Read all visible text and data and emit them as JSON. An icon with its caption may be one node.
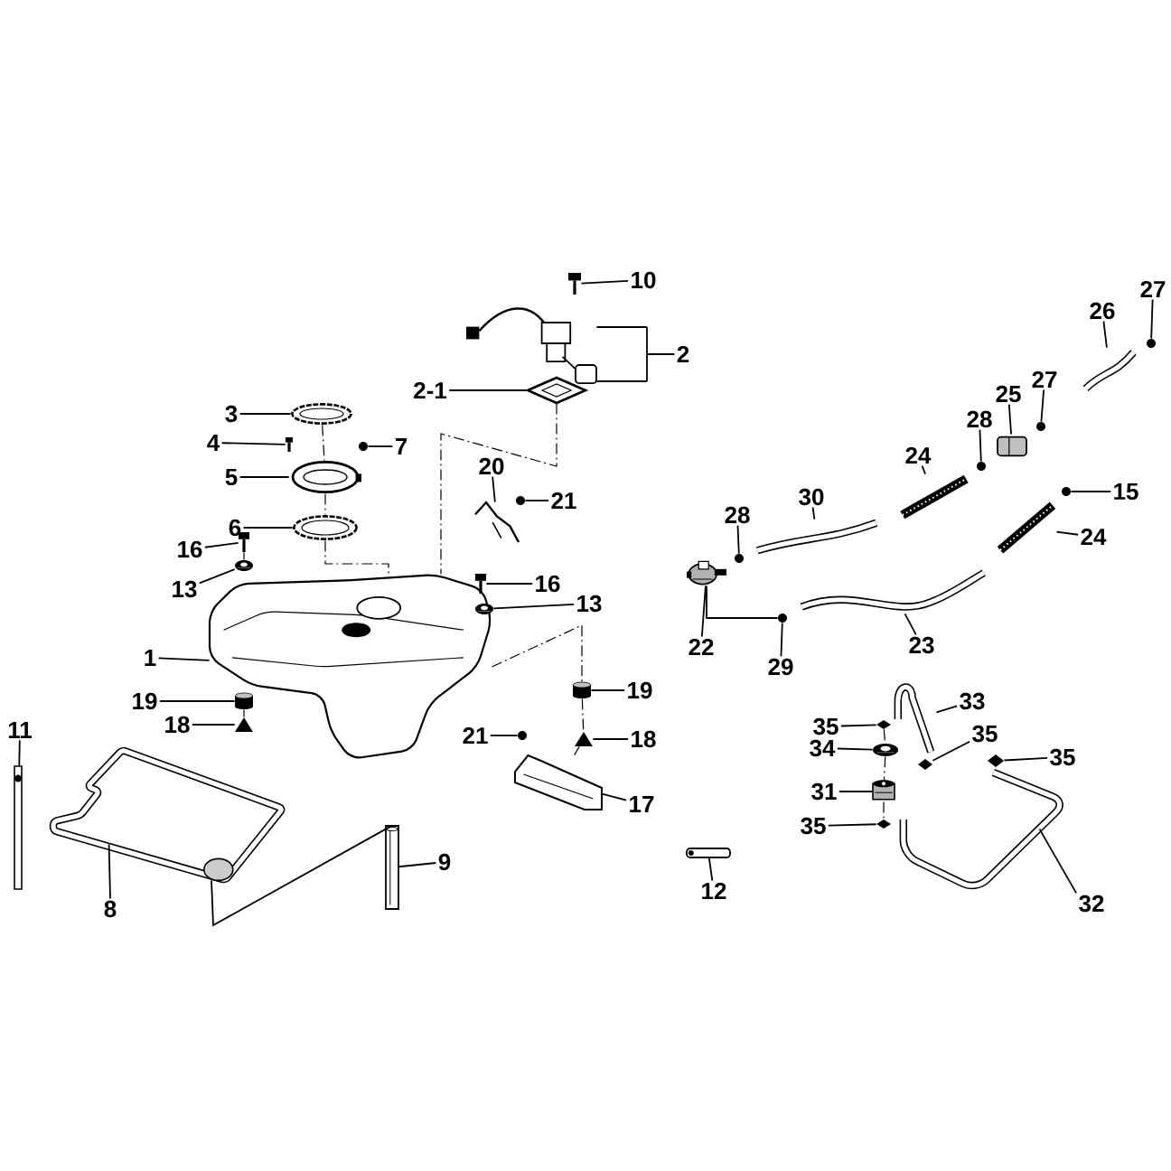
{
  "diagram": {
    "nodes": [
      {
        "text": [
          "10"
        ]
      },
      {
        "text": [],
        "shape": "picture"
      },
      {
        "text": [
          "2"
        ]
      },
      {
        "text": [],
        "shape": "picture"
      },
      {
        "text": [
          "2-1"
        ]
      },
      {
        "text": [],
        "shape": "picture"
      },
      {
        "text": [
          "3"
        ]
      },
      {
        "text": [],
        "shape": "picture"
      },
      {
        "text": [
          "4"
        ]
      },
      {
        "text": [],
        "shape": "picture"
      },
      {
        "text": [
          "7"
        ]
      },
      {
        "text": [],
        "shape": "picture"
      },
      {
        "text": [
          "5"
        ]
      },
      {
        "text": [],
        "shape": "picture"
      },
      {
        "text": [
          "6"
        ]
      },
      {
        "text": [],
        "shape": "picture"
      },
      {
        "text": [
          "16"
        ]
      },
      {
        "text": [],
        "shape": "picture"
      },
      {
        "text": [
          "13"
        ]
      },
      {
        "text": [],
        "shape": "picture"
      },
      {
        "text": [
          "1"
        ]
      },
      {
        "text": [],
        "shape": "picture"
      },
      {
        "text": [
          "19"
        ]
      },
      {
        "text": [],
        "shape": "cylinder"
      },
      {
        "text": [
          "18"
        ]
      },
      {
        "text": [],
        "shape": "picture"
      },
      {
        "text": [
          "20"
        ]
      },
      {
        "text": [],
        "shape": "picture"
      },
      {
        "text": [
          "21"
        ]
      },
      {
        "text": [],
        "shape": "picture"
      },
      {
        "text": [
          "16"
        ]
      },
      {
        "text": [],
        "shape": "picture"
      },
      {
        "text": [
          "13"
        ]
      },
      {
        "text": [],
        "shape": "picture"
      },
      {
        "text": [
          "19"
        ]
      },
      {
        "text": [],
        "shape": "cylinder"
      },
      {
        "text": [
          "18"
        ]
      },
      {
        "text": [],
        "shape": "picture"
      },
      {
        "text": [
          "21"
        ]
      },
      {
        "text": [],
        "shape": "picture"
      },
      {
        "text": [
          "17"
        ]
      },
      {
        "text": [],
        "shape": "picture"
      },
      {
        "text": [
          "11"
        ]
      },
      {
        "text": [],
        "shape": "picture"
      },
      {
        "text": [
          "8"
        ]
      },
      {
        "text": [],
        "shape": "picture"
      },
      {
        "text": [
          "9"
        ]
      },
      {
        "text": [],
        "shape": "picture"
      },
      {
        "text": [
          "12"
        ]
      },
      {
        "text": [],
        "shape": "picture"
      },
      {
        "text": [
          "26"
        ]
      },
      {
        "text": [],
        "shape": "picture"
      },
      {
        "text": [
          "27"
        ]
      },
      {
        "text": [],
        "shape": "picture"
      },
      {
        "text": [
          "27"
        ]
      },
      {
        "text": [],
        "shape": "picture"
      },
      {
        "text": [
          "25"
        ]
      },
      {
        "text": [],
        "shape": "picture"
      },
      {
        "text": [
          "28"
        ]
      },
      {
        "text": [],
        "shape": "picture"
      },
      {
        "text": [
          "24"
        ]
      },
      {
        "text": [],
        "shape": "picture"
      },
      {
        "text": [
          "30"
        ]
      },
      {
        "text": [],
        "shape": "picture"
      },
      {
        "text": [
          "28"
        ]
      },
      {
        "text": [],
        "shape": "picture"
      },
      {
        "text": [
          "15"
        ]
      },
      {
        "text": [],
        "shape": "picture"
      },
      {
        "text": [
          "24"
        ]
      },
      {
        "text": [],
        "shape": "picture"
      },
      {
        "text": [
          "22"
        ]
      },
      {
        "text": [],
        "shape": "picture"
      },
      {
        "text": [
          "29"
        ]
      },
      {
        "text": [],
        "shape": "picture"
      },
      {
        "text": [
          "23"
        ]
      },
      {
        "text": [],
        "shape": "picture"
      },
      {
        "text": [
          "33"
        ]
      },
      {
        "text": [],
        "shape": "picture"
      },
      {
        "text": [
          "35"
        ]
      },
      {
        "text": [],
        "shape": "picture"
      },
      {
        "text": [
          "34"
        ]
      },
      {
        "text": [],
        "shape": "picture"
      },
      {
        "text": [
          "31"
        ]
      },
      {
        "text": [],
        "shape": "picture"
      },
      {
        "text": [
          "35"
        ]
      },
      {
        "text": [],
        "shape": "picture"
      },
      {
        "text": [
          "35"
        ]
      },
      {
        "text": [],
        "shape": "picture"
      },
      {
        "text": [
          "35"
        ]
      },
      {
        "text": [],
        "shape": "picture"
      },
      {
        "text": [
          "32"
        ]
      },
      {
        "text": [],
        "shape": "picture"
      }
    ],
    "edges": [
      {
        "from": 0,
        "to": 1,
        "arrow": "none"
      },
      {
        "from": 2,
        "to": 3,
        "arrow": "none"
      },
      {
        "from": 4,
        "to": 5,
        "arrow": "none"
      },
      {
        "from": 6,
        "to": 7,
        "arrow": "none"
      },
      {
        "from": 8,
        "to": 9,
        "arrow": "none"
      },
      {
        "from": 10,
        "to": 11,
        "arrow": "none"
      },
      {
        "from": 12,
        "to": 13,
        "arrow": "none"
      },
      {
        "from": 14,
        "to": 15,
        "arrow": "none"
      },
      {
        "from": 16,
        "to": 17,
        "arrow": "none"
      },
      {
        "from": 18,
        "to": 19,
        "arrow": "none"
      },
      {
        "from": 20,
        "to": 21,
        "arrow": "none"
      },
      {
        "from": 22,
        "to": 23,
        "arrow": "none"
      },
      {
        "from": 24,
        "to": 25,
        "arrow": "none"
      },
      {
        "from": 26,
        "to": 27,
        "arrow": "none"
      },
      {
        "from": 28,
        "to": 29,
        "arrow": "none"
      },
      {
        "from": 30,
        "to": 31,
        "arrow": "none"
      },
      {
        "from": 32,
        "to": 33,
        "arrow": "none"
      },
      {
        "from": 34,
        "to": 35,
        "arrow": "none"
      },
      {
        "from": 36,
        "to": 37,
        "arrow": "none"
      },
      {
        "from": 38,
        "to": 39,
        "arrow": "none"
      },
      {
        "from": 40,
        "to": 41,
        "arrow": "none"
      },
      {
        "from": 42,
        "to": 43,
        "arrow": "none"
      },
      {
        "from": 44,
        "to": 45,
        "arrow": "none"
      },
      {
        "from": 46,
        "to": 47,
        "arrow": "none"
      },
      {
        "from": 48,
        "to": 49,
        "arrow": "none"
      },
      {
        "from": 50,
        "to": 51,
        "arrow": "none"
      },
      {
        "from": 52,
        "to": 53,
        "arrow": "none"
      },
      {
        "from": 54,
        "to": 55,
        "arrow": "none"
      },
      {
        "from": 56,
        "to": 57,
        "arrow": "none"
      },
      {
        "from": 58,
        "to": 59,
        "arrow": "none"
      },
      {
        "from": 60,
        "to": 61,
        "arrow": "none"
      },
      {
        "from": 62,
        "to": 63,
        "arrow": "none"
      },
      {
        "from": 64,
        "to": 65,
        "arrow": "none"
      },
      {
        "from": 66,
        "to": 67,
        "arrow": "none"
      },
      {
        "from": 68,
        "to": 69,
        "arrow": "none"
      },
      {
        "from": 70,
        "to": 71,
        "arrow": "none"
      },
      {
        "from": 72,
        "to": 73,
        "arrow": "none"
      },
      {
        "from": 74,
        "to": 75,
        "arrow": "none"
      },
      {
        "from": 76,
        "to": 77,
        "arrow": "none"
      },
      {
        "from": 78,
        "to": 79,
        "arrow": "none"
      },
      {
        "from": 80,
        "to": 81,
        "arrow": "none"
      },
      {
        "from": 82,
        "to": 83,
        "arrow": "none"
      },
      {
        "from": 84,
        "to": 85,
        "arrow": "none"
      },
      {
        "from": 86,
        "to": 87,
        "arrow": "none"
      },
      {
        "from": 88,
        "to": 89,
        "arrow": "none"
      },
      {
        "from": 90,
        "to": 91,
        "arrow": "none"
      },
      {
        "from": 7,
        "to": 13,
        "arrow": "none",
        "style": "dashed"
      },
      {
        "from": 13,
        "to": 15,
        "arrow": "none",
        "style": "dashed"
      },
      {
        "from": 15,
        "to": 21,
        "arrow": "none",
        "style": "dashed"
      },
      {
        "from": 5,
        "to": 21,
        "arrow": "none",
        "style": "dashed"
      },
      {
        "from": 17,
        "to": 19,
        "arrow": "none",
        "style": "dashed"
      },
      {
        "from": 23,
        "to": 25,
        "arrow": "none",
        "style": "dashed"
      },
      {
        "from": 21,
        "to": 35,
        "arrow": "none",
        "style": "dashed"
      },
      {
        "from": 35,
        "to": 37,
        "arrow": "none",
        "style": "dashed"
      },
      {
        "from": 37,
        "to": 41,
        "arrow": "none",
        "style": "dashed"
      },
      {
        "from": 45,
        "to": 47,
        "arrow": "none"
      },
      {
        "from": 71,
        "to": 73,
        "arrow": "none"
      },
      {
        "from": 79,
        "to": 81,
        "arrow": "none",
        "style": "dashed"
      },
      {
        "from": 81,
        "to": 83,
        "arrow": "none",
        "style": "dashed"
      },
      {
        "from": 83,
        "to": 85,
        "arrow": "none",
        "style": "dashed"
      }
    ]
  }
}
